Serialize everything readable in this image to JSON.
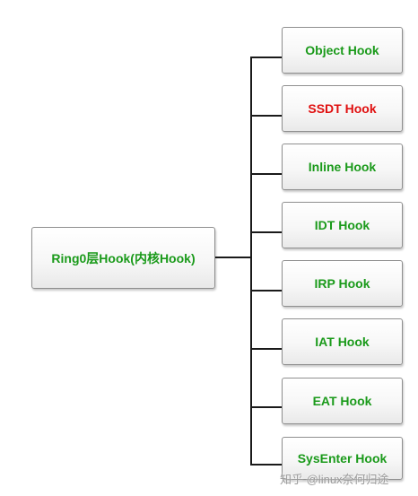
{
  "root": {
    "label": "Ring0层Hook(内核Hook)",
    "color": "#1a9a1a"
  },
  "children": [
    {
      "label": "Object Hook",
      "color": "#1a9a1a"
    },
    {
      "label": "SSDT Hook",
      "color": "#e01010"
    },
    {
      "label": "Inline Hook",
      "color": "#1a9a1a"
    },
    {
      "label": "IDT Hook",
      "color": "#1a9a1a"
    },
    {
      "label": "IRP Hook",
      "color": "#1a9a1a"
    },
    {
      "label": "IAT Hook",
      "color": "#1a9a1a"
    },
    {
      "label": "EAT Hook",
      "color": "#1a9a1a"
    },
    {
      "label": "SysEnter Hook",
      "color": "#1a9a1a"
    }
  ],
  "watermark": "知乎 @linux奈何归途"
}
